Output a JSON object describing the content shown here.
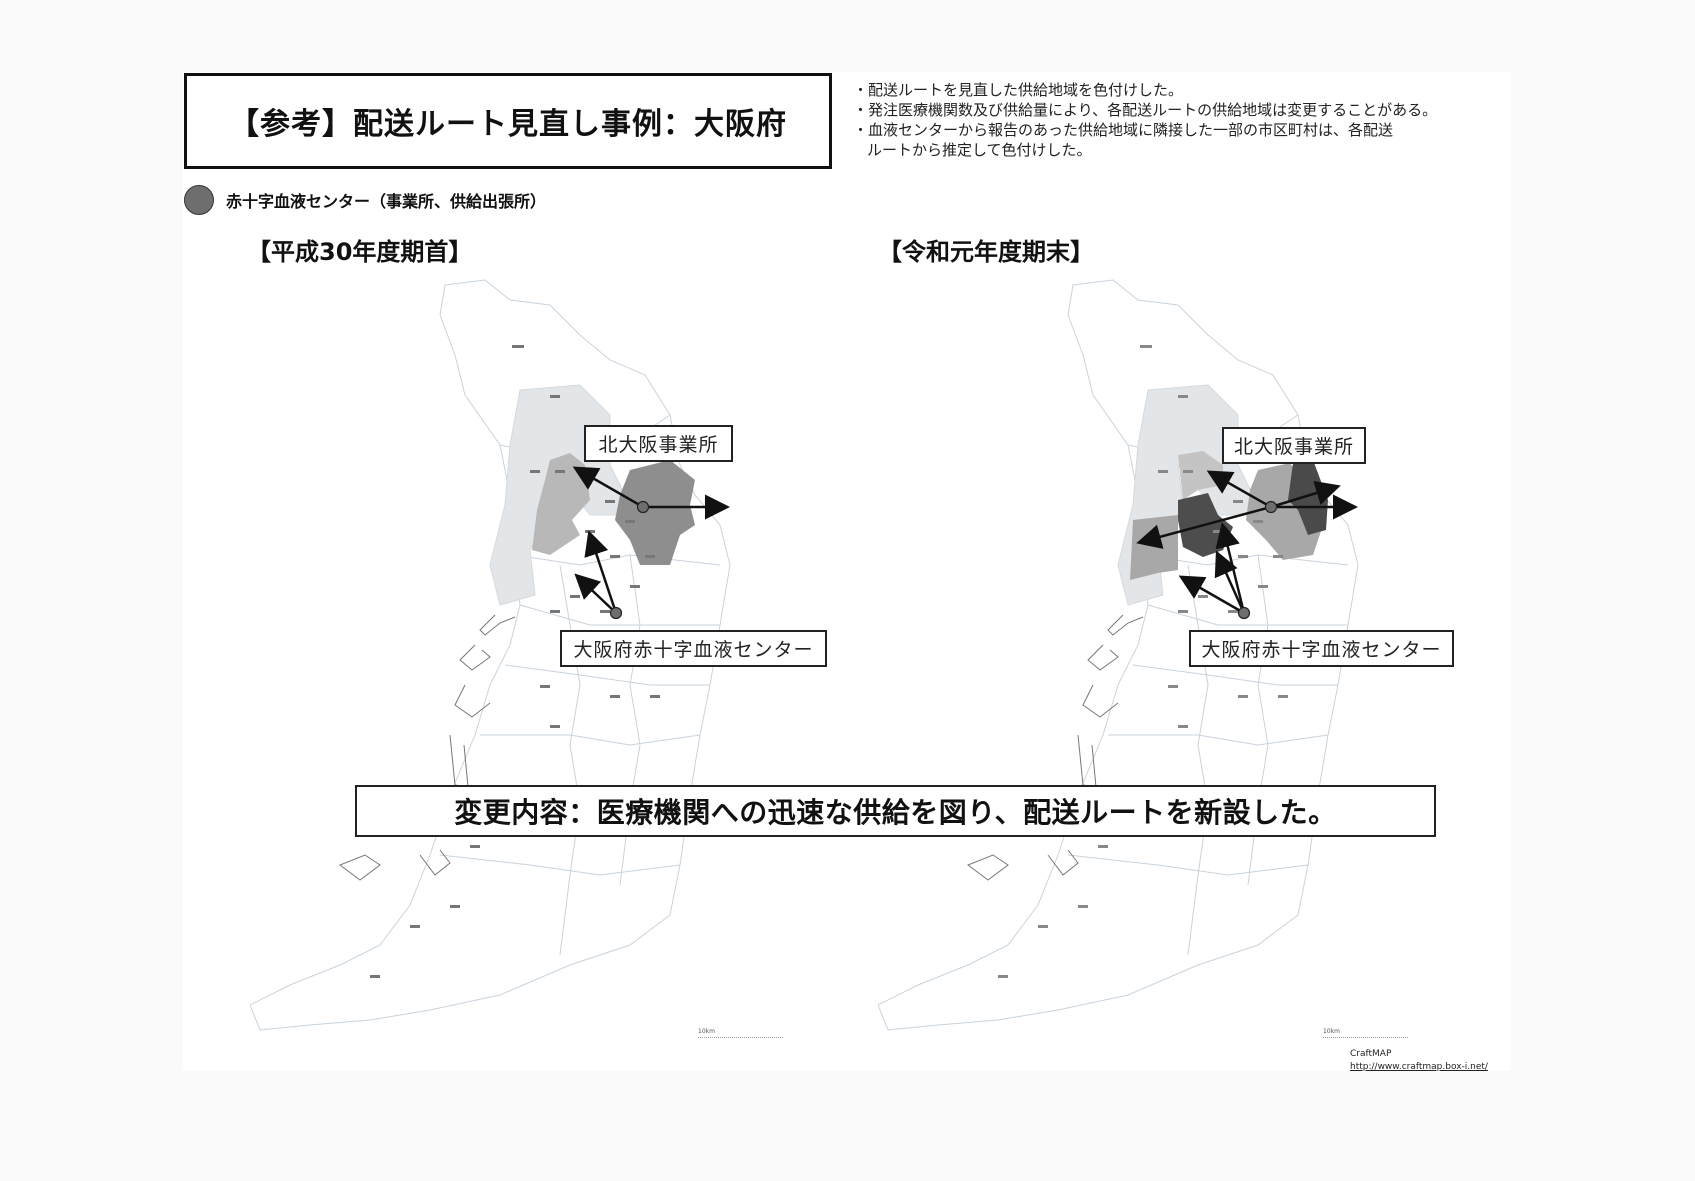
{
  "page": {
    "title": "【参考】配送ルート見直し事例：大阪府",
    "notes": [
      "・配送ルートを見直した供給地域を色付けした。",
      "・発注医療機関数及び供給量により、各配送ルートの供給地域は変更することがある。",
      "・血液センターから報告のあった供給地域に隣接した一部の市区町村は、各配送",
      "ルートから推定して色付けした。"
    ],
    "legend": {
      "icon": "gray-circle-icon",
      "label": "赤十字血液センター（事業所、供給出張所）",
      "color": "#6e6e6e"
    },
    "change_summary": "変更内容：医療機関への迅速な供給を図り、配送ルートを新設した。",
    "credit": {
      "name": "CraftMAP",
      "url": "http://www.craftmap.box-i.net/"
    }
  },
  "maps": [
    {
      "title": "【平成30年度期首】",
      "scale_label": "10km",
      "facilities": [
        {
          "name": "北大阪事業所"
        },
        {
          "name": "大阪府赤十字血液センター"
        }
      ],
      "region_colors": {
        "light": "#e3e6e8",
        "mid": "#b5b5b5",
        "dark": "#8c8c8c"
      }
    },
    {
      "title": "【令和元年度期末】",
      "scale_label": "10km",
      "facilities": [
        {
          "name": "北大阪事業所"
        },
        {
          "name": "大阪府赤十字血液センター"
        }
      ],
      "region_colors": {
        "light": "#e3e6e8",
        "mid": "#a8a8a8",
        "dark": "#4a4a4a"
      }
    }
  ]
}
